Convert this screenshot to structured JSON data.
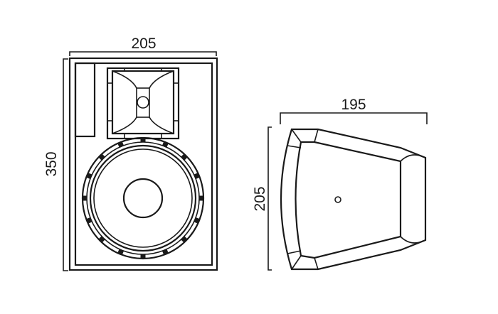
{
  "front_view": {
    "width_dimension": "205",
    "height_dimension": "350"
  },
  "side_view": {
    "depth_dimension": "195",
    "height_dimension": "205"
  },
  "colors": {
    "line": "#1a1a1a",
    "background": "#ffffff"
  }
}
